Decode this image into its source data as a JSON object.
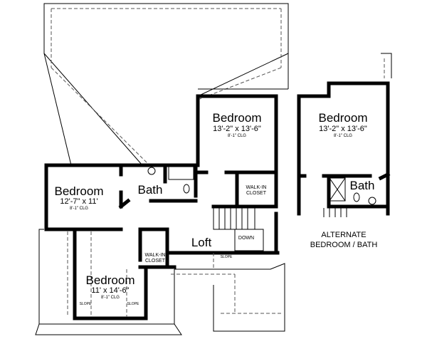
{
  "rooms": {
    "bedroom_top": {
      "name": "Bedroom",
      "size": "13'-2\" x 13'-6\"",
      "ceiling": "8'-1\" CLG"
    },
    "bedroom_left": {
      "name": "Bedroom",
      "size": "12'-7\" x 11'",
      "ceiling": "8'-1\" CLG"
    },
    "bedroom_bottom": {
      "name": "Bedroom",
      "size": "11' x 14'-6\"",
      "ceiling": "8'-1\" CLG"
    },
    "bath": {
      "name": "Bath"
    },
    "loft": {
      "name": "Loft"
    },
    "closet_top": {
      "line1": "WALK-IN",
      "line2": "CLOSET"
    },
    "closet_bottom": {
      "line1": "WALK-IN",
      "line2": "CLOSET"
    },
    "stairs": {
      "label": "DOWN"
    },
    "slope_labels": [
      "SLOPE",
      "SLOPE",
      "SLOPE"
    ]
  },
  "alternate": {
    "bedroom": {
      "name": "Bedroom",
      "size": "13'-2\" x 13'-6\"",
      "ceiling": "8'-1\" CLG"
    },
    "bath": {
      "name": "Bath"
    },
    "caption_line1": "ALTERNATE",
    "caption_line2": "BEDROOM / BATH"
  }
}
